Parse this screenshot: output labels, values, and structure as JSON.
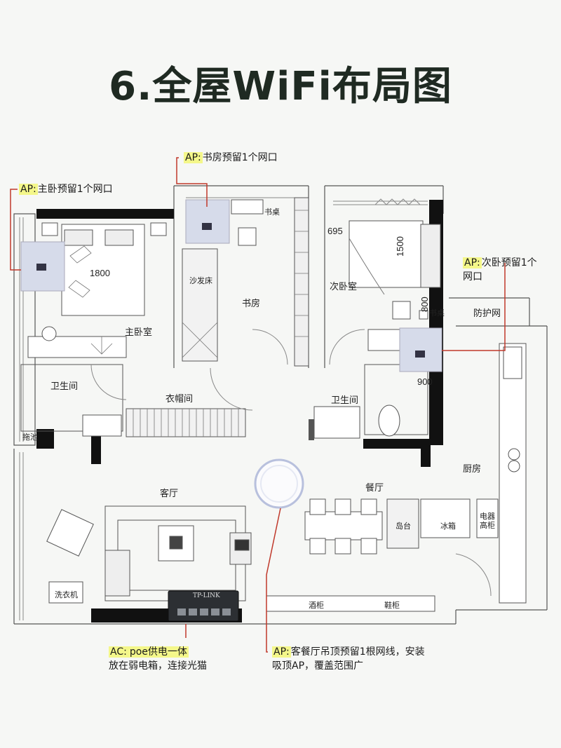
{
  "title": "6.全屋WiFi布局图",
  "annotations": {
    "ap_master": {
      "tag": "AP:",
      "text": "主卧预留1个网口"
    },
    "ap_study": {
      "tag": "AP:",
      "text": "书房预留1个网口"
    },
    "ap_second": {
      "tag": "AP:",
      "text": "次卧预留1个",
      "line2": "网口"
    },
    "ac": {
      "tag": "AC:",
      "text": "poe供电一体",
      "line2": "放在弱电箱，连接光猫"
    },
    "ap_living": {
      "tag": "AP:",
      "text": "客餐厅吊顶预留1根网线，安装",
      "line2": "吸顶AP，覆盖范围广"
    }
  },
  "rooms": {
    "master": "主卧室",
    "study": "书房",
    "desk": "书桌",
    "sofabed": "沙发床",
    "second": "次卧室",
    "second_desk": "书桌",
    "net": "防护网",
    "bath1": "卫生间",
    "closet": "衣帽间",
    "bath2": "卫生间",
    "living": "客厅",
    "dining": "餐厅",
    "kitchen": "厨房",
    "island": "岛台",
    "fridge": "冰箱",
    "cabinet": "电器高柜",
    "washer": "洗衣机",
    "shelf1": "酒柜",
    "shelf2": "鞋柜",
    "mop": "拖池"
  },
  "dimensions": {
    "bed_master": "1800",
    "d695": "695",
    "d1500": "1500",
    "d800": "800",
    "d900": "900"
  },
  "brand": "TP-LINK"
}
